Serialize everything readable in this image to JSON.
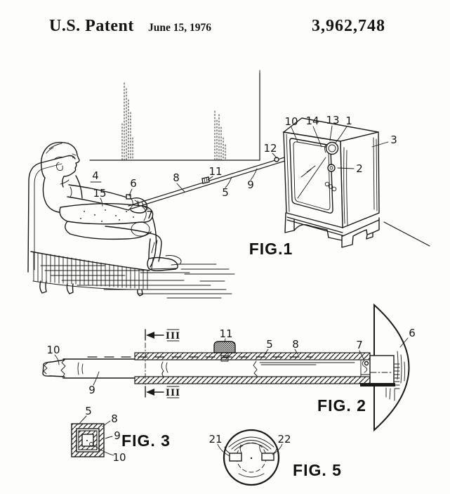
{
  "header": {
    "title": "U.S. Patent",
    "date": "June 15, 1976",
    "patent_number": "3,962,748"
  },
  "figures": {
    "fig1": {
      "caption": "FIG.1",
      "ref": {
        "r10": "10",
        "r14": "14",
        "r13": "13",
        "r1": "1",
        "r3": "3",
        "r12": "12",
        "r2": "2",
        "r4": "4",
        "r15": "15",
        "r6": "6",
        "r7": "7",
        "r8": "8",
        "r11": "11",
        "r5": "5",
        "r9": "9"
      }
    },
    "fig2": {
      "caption": "FIG. 2",
      "section_marker": "III",
      "ref": {
        "r10": "10",
        "r9": "9",
        "r11": "11",
        "r5": "5",
        "r8": "8",
        "r7": "7",
        "r6": "6"
      }
    },
    "fig3": {
      "caption": "FIG. 3",
      "ref": {
        "r5": "5",
        "r8": "8",
        "r9": "9",
        "r10": "10"
      }
    },
    "fig5": {
      "caption": "FIG. 5",
      "ref": {
        "r21": "21",
        "r22": "22"
      }
    }
  }
}
